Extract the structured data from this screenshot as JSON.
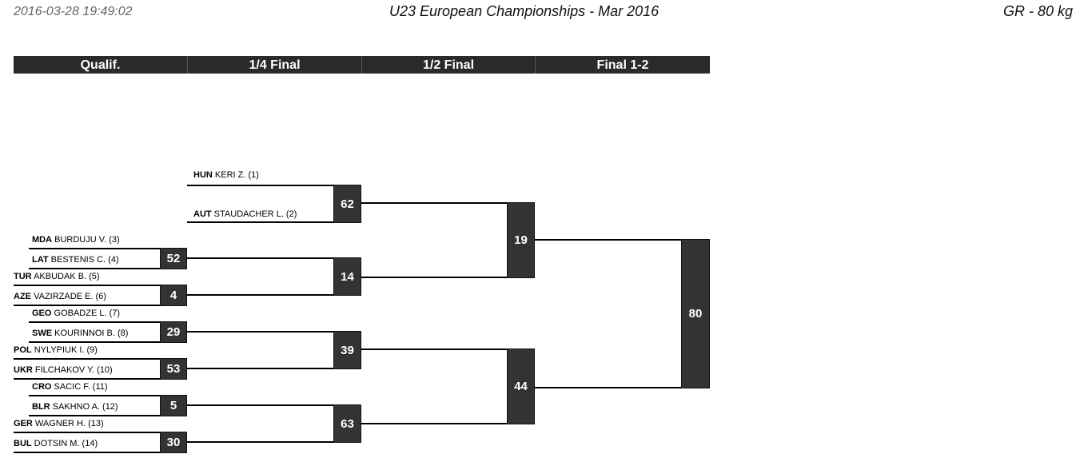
{
  "header": {
    "timestamp": "2016-03-28 19:49:02",
    "title": "U23 European Championships - Mar 2016",
    "category": "GR - 80 kg"
  },
  "rounds": [
    "Qualif.",
    "1/4 Final",
    "1/2 Final",
    "Final 1-2"
  ],
  "competitors": [
    {
      "country": "HUN",
      "name": "KERI Z. (1)"
    },
    {
      "country": "AUT",
      "name": "STAUDACHER L. (2)"
    },
    {
      "country": "MDA",
      "name": "BURDUJU V. (3)"
    },
    {
      "country": "LAT",
      "name": "BESTENIS C. (4)"
    },
    {
      "country": "TUR",
      "name": "AKBUDAK B. (5)"
    },
    {
      "country": "AZE",
      "name": "VAZIRZADE E. (6)"
    },
    {
      "country": "GEO",
      "name": "GOBADZE L. (7)"
    },
    {
      "country": "SWE",
      "name": "KOURINNOI B. (8)"
    },
    {
      "country": "POL",
      "name": "NYLYPIUK I. (9)"
    },
    {
      "country": "UKR",
      "name": "FILCHAKOV Y. (10)"
    },
    {
      "country": "CRO",
      "name": "SACIC F. (11)"
    },
    {
      "country": "BLR",
      "name": "SAKHNO A. (12)"
    },
    {
      "country": "GER",
      "name": "WAGNER H. (13)"
    },
    {
      "country": "BUL",
      "name": "DOTSIN M. (14)"
    }
  ],
  "bouts": {
    "q1": "52",
    "q2": "4",
    "q3": "29",
    "q4": "53",
    "q5": "5",
    "q6": "30",
    "qf1": "62",
    "qf2": "14",
    "qf3": "39",
    "qf4": "63",
    "sf1": "19",
    "sf2": "44",
    "final": "80"
  }
}
